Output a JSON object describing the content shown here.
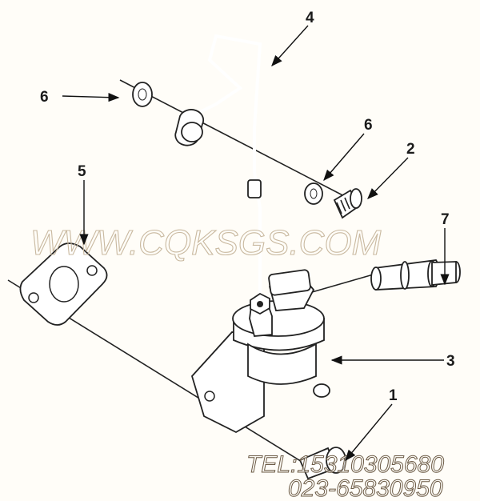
{
  "diagram": {
    "callouts": [
      "4",
      "6",
      "6",
      "2",
      "5",
      "7",
      "3",
      "1"
    ],
    "watermark": {
      "site": "WWW.CQKSGS.COM",
      "phone": "TEL:15310305680",
      "phone2": "023-65830950"
    },
    "colors": {
      "line": "#222222",
      "background": "#fffdf8",
      "watermark": "#c9b9a0"
    }
  }
}
